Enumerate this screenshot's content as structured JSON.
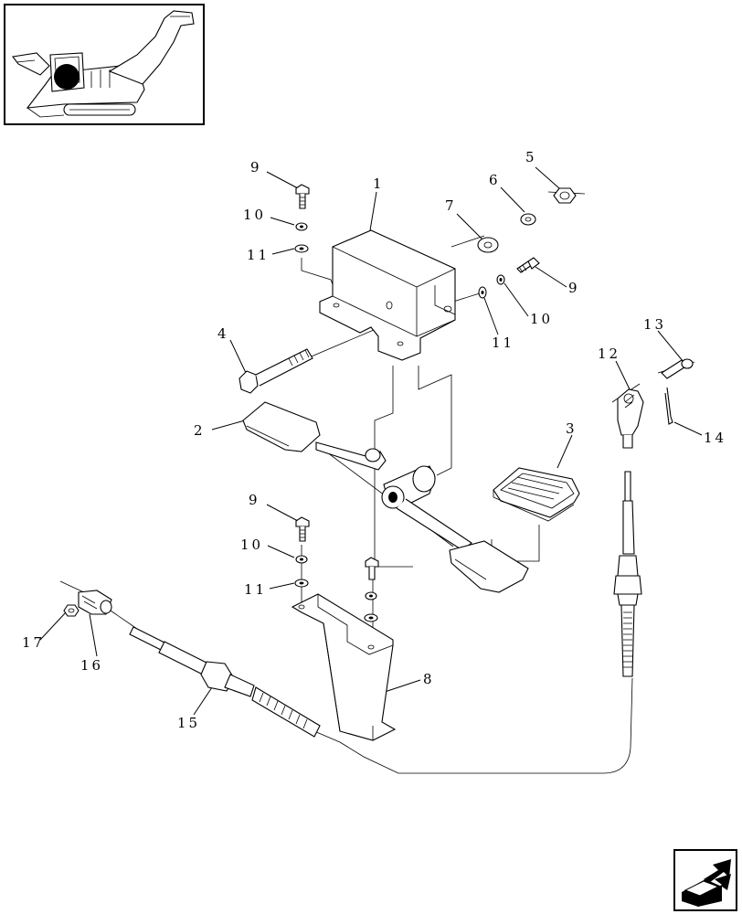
{
  "diagram": {
    "callouts": [
      {
        "id": "c1",
        "text": "1"
      },
      {
        "id": "c2",
        "text": "2"
      },
      {
        "id": "c3",
        "text": "3"
      },
      {
        "id": "c4",
        "text": "4"
      },
      {
        "id": "c5",
        "text": "5"
      },
      {
        "id": "c6",
        "text": "6"
      },
      {
        "id": "c7",
        "text": "7"
      },
      {
        "id": "c8",
        "text": "8"
      },
      {
        "id": "c9a",
        "text": "9"
      },
      {
        "id": "c9b",
        "text": "9"
      },
      {
        "id": "c9c",
        "text": "9"
      },
      {
        "id": "c10a",
        "text": "10"
      },
      {
        "id": "c10b",
        "text": "10"
      },
      {
        "id": "c10c",
        "text": "10"
      },
      {
        "id": "c11a",
        "text": "11"
      },
      {
        "id": "c11b",
        "text": "11"
      },
      {
        "id": "c11c",
        "text": "11"
      },
      {
        "id": "c12",
        "text": "12"
      },
      {
        "id": "c13",
        "text": "13"
      },
      {
        "id": "c14",
        "text": "14"
      },
      {
        "id": "c15",
        "text": "15"
      },
      {
        "id": "c16",
        "text": "16"
      },
      {
        "id": "c17",
        "text": "17"
      }
    ],
    "thumbnail_icon": "harvester-locator-icon",
    "nav_icon": "next-page-arrow-icon"
  }
}
